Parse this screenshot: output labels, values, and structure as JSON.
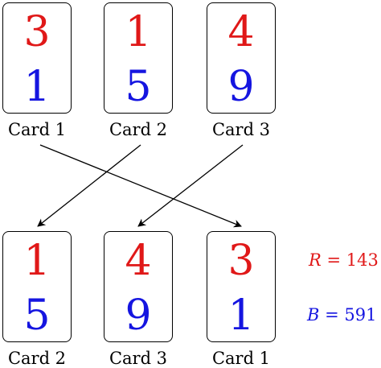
{
  "top_row": [
    {
      "red": "3",
      "blue": "1",
      "label": "Card 1"
    },
    {
      "red": "1",
      "blue": "5",
      "label": "Card 2"
    },
    {
      "red": "4",
      "blue": "9",
      "label": "Card 3"
    }
  ],
  "bottom_row": [
    {
      "red": "1",
      "blue": "5",
      "label": "Card 2"
    },
    {
      "red": "4",
      "blue": "9",
      "label": "Card 3"
    },
    {
      "red": "3",
      "blue": "1",
      "label": "Card 1"
    }
  ],
  "result_r": {
    "var": "R",
    "rest": " = 143"
  },
  "result_b": {
    "var": "B",
    "rest": " = 591"
  },
  "colors": {
    "red": "#e01818",
    "blue": "#1515e0",
    "line": "#000000"
  }
}
